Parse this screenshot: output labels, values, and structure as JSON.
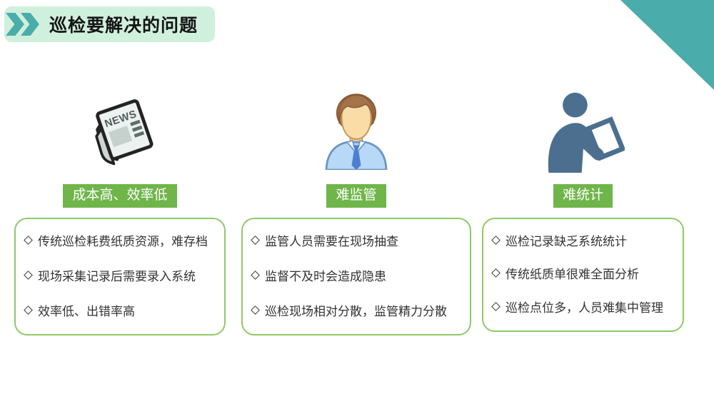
{
  "header": {
    "title": "巡检要解决的问题"
  },
  "palette": {
    "teal_accent": "#4aacab",
    "title_plate_mint": "#cff0dd",
    "badge_green": "#6fb54a",
    "box_border_green": "#8fc869",
    "body_text": "#333333"
  },
  "columns": [
    {
      "icon": "newspaper-icon",
      "icon_text": "NEWS",
      "label": "成本高、效率低",
      "items": [
        "传统巡检耗费纸质资源，难存档",
        "现场采集记录后需要录入系统",
        "效率低、出错率高"
      ]
    },
    {
      "icon": "manager-person-icon",
      "label": "难监管",
      "items": [
        "监管人员需要在现场抽查",
        "监督不及时会造成隐患",
        "巡检现场相对分散，监管精力分散"
      ]
    },
    {
      "icon": "person-clipboard-icon",
      "label": "难统计",
      "items": [
        "巡检记录缺乏系统统计",
        "传统纸质单很难全面分析",
        "巡检点位多，人员难集中管理"
      ]
    }
  ]
}
